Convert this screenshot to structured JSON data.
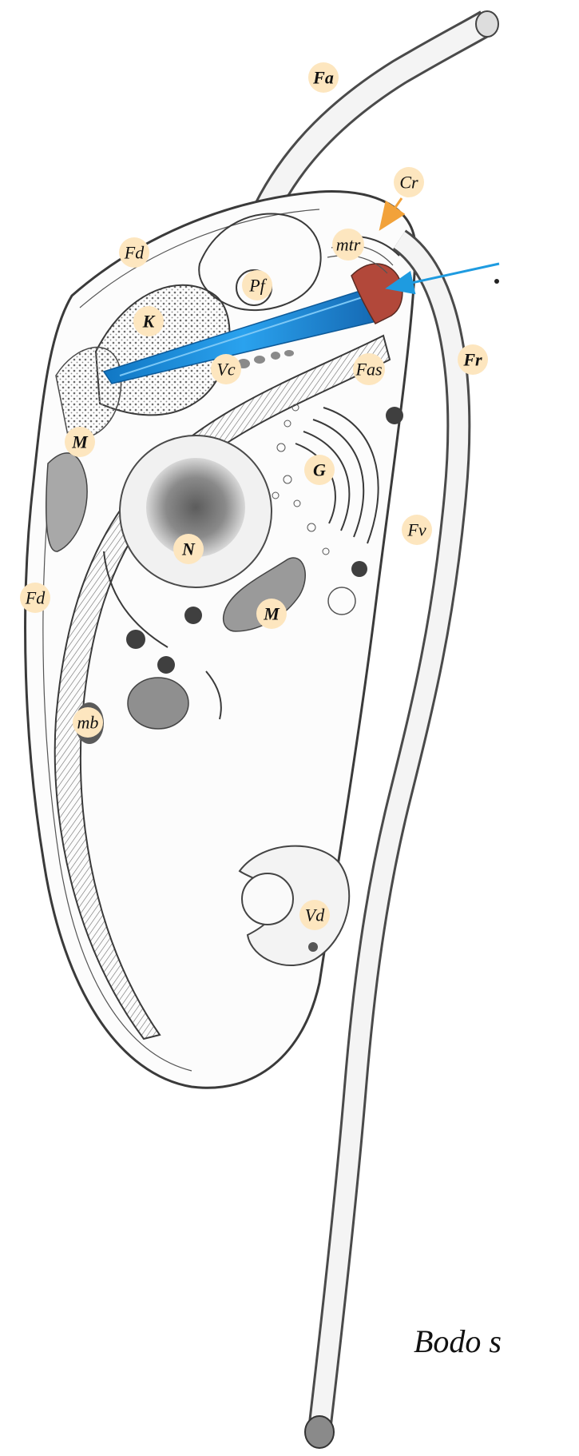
{
  "labels": {
    "fa": "Fa",
    "cr": "Cr",
    "fd_top": "Fd",
    "mtr": "mtr",
    "pf": "Pf",
    "k": "K",
    "fr": "Fr",
    "vc": "Vc",
    "fas": "Fas",
    "m_upper": "M",
    "g": "G",
    "n": "N",
    "fv": "Fv",
    "fd_lower": "Fd",
    "m_lower": "M",
    "mb": "mb",
    "vd": "Vd"
  },
  "caption": "Bodo s",
  "colors": {
    "label_bg": "#fde6bf",
    "microtubule_root": "#1b8ad8",
    "pointer_arrow": "#1e9be0",
    "callout_arrow": "#f2a23a",
    "cr_fill": "#b2483a",
    "ink": "#3a3a3a"
  },
  "icons": {
    "pointer": "arrow-icon",
    "callout": "arrow-icon"
  }
}
